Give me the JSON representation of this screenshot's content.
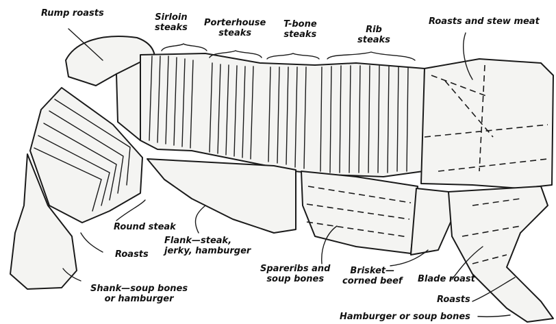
{
  "labels": {
    "rump_roasts": "Rump roasts",
    "sirloin_steaks": "Sirloin\nsteaks",
    "porterhouse_steaks": "Porterhouse\nsteaks",
    "tbone_steaks": "T-bone\nsteaks",
    "rib_steaks": "Rib\nsteaks",
    "roasts_stew": "Roasts and stew meat",
    "round_steak": "Round steak",
    "roasts_rear": "Roasts",
    "flank": "Flank—steak,\njerky, hamburger",
    "spareribs": "Spareribs and\nsoup bones",
    "brisket": "Brisket—\ncorned beef",
    "blade_roast": "Blade roast",
    "roasts_front": "Roasts",
    "shank": "Shank—soup bones\nor hamburger",
    "hamburger_soup": "Hamburger or soup bones"
  }
}
